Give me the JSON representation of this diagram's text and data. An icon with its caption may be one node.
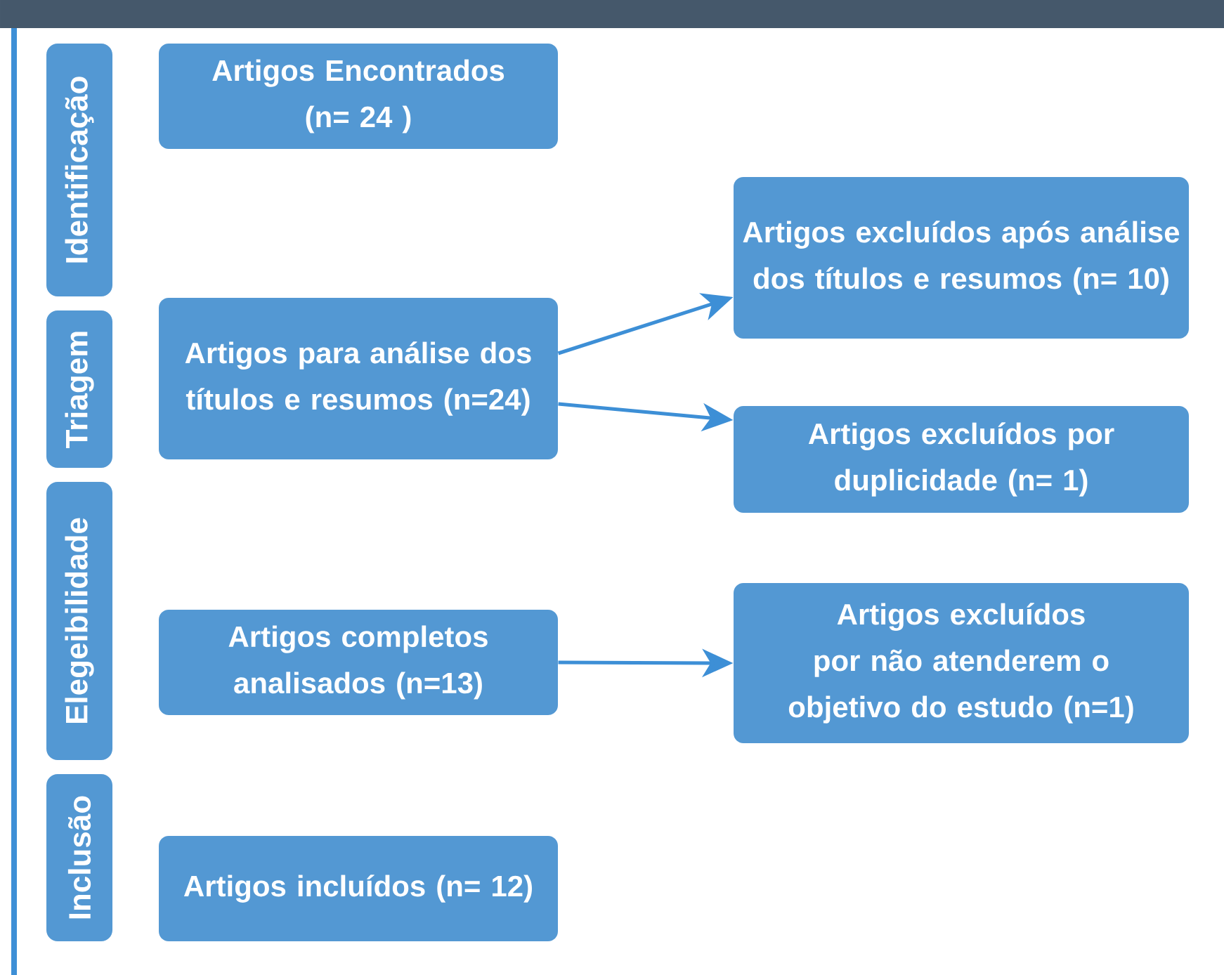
{
  "diagram": {
    "nodes": [
      {
        "text": [
          "Identificação"
        ]
      },
      {
        "text": [
          "Triagem"
        ]
      },
      {
        "text": [
          "Elegeibilidade"
        ]
      },
      {
        "text": [
          "Inclusão"
        ]
      },
      {
        "text": [
          "Artigos Encontrados (n= 24 )"
        ]
      },
      {
        "text": [
          "Artigos para análise dos títulos e resumos (n=24)"
        ]
      },
      {
        "text": [
          "Artigos completos analisados (n=13)"
        ]
      },
      {
        "text": [
          "Artigos incluídos (n= 12)"
        ]
      },
      {
        "text": [
          "Artigos excluídos após análise dos títulos e resumos (n= 10)"
        ]
      },
      {
        "text": [
          "Artigos excluídos por duplicidade (n= 1)"
        ]
      },
      {
        "text": [
          "Artigos excluídos por não atenderem o objetivo do estudo (n=1)"
        ]
      }
    ],
    "edges": [
      {
        "from": 5,
        "to": 8,
        "arrow": "to"
      },
      {
        "from": 5,
        "to": 9,
        "arrow": "to"
      },
      {
        "from": 6,
        "to": 10,
        "arrow": "to"
      }
    ]
  }
}
